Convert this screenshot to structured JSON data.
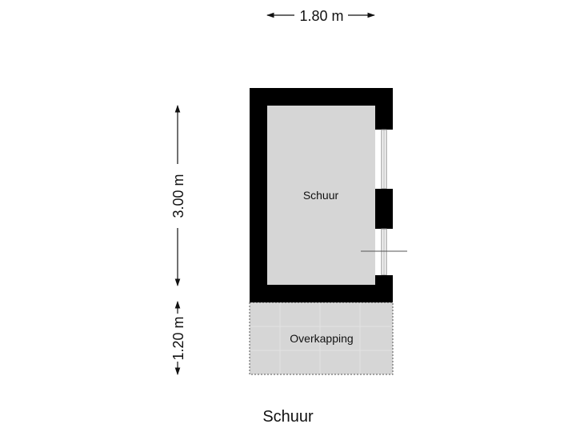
{
  "dimensions": {
    "width": "1.80 m",
    "height_room": "3.00 m",
    "height_canopy": "1.20 m"
  },
  "rooms": {
    "shed": "Schuur",
    "canopy": "Overkapping"
  },
  "plan_title": "Schuur",
  "colors": {
    "wall": "#000000",
    "room_fill": "#d6d6d6",
    "canopy_fill": "#d6d6d6",
    "tile_line": "#e4e4e4",
    "dashed_border": "#555555",
    "window_frame": "#888888"
  }
}
